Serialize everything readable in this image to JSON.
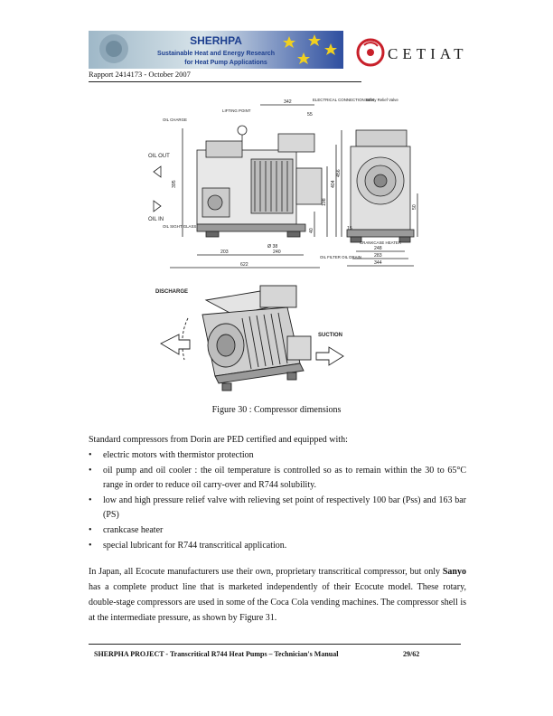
{
  "header": {
    "sherpha_title": "SHERHPA",
    "sherpha_line1": "Sustainable Heat and Energy Research",
    "sherpha_line2": "for Heat Pump Applications",
    "cetiat_text": "CETIAT",
    "report_line": "Rapport 2414173 - October 2007"
  },
  "figure": {
    "labels": {
      "lifting_point": "LIFTING POINT",
      "oil_charge": "OIL CHARGE",
      "oil_out": "OIL OUT",
      "oil_in": "OIL IN",
      "oil_sight_glass": "OIL SIGHT GLASS",
      "electrical_box": "ELECTRICAL CONNECTION BOX",
      "safety_valve": "Safety Relief Valve",
      "crankcase_heater": "CRANKCASE HEATER",
      "oil_filter": "OIL FILTER OIL DRAIN",
      "discharge": "DISCHARGE",
      "suction": "SUCTION"
    },
    "dims": {
      "d342": "342",
      "d55": "55",
      "d395": "395",
      "d198": "198",
      "d404": "404",
      "d456": "456",
      "d40": "40",
      "d203": "203",
      "d240": "240",
      "d622": "622",
      "d38": "Ø 38",
      "d248": "248",
      "d283": "283",
      "d344": "344",
      "d50": "50",
      "d15": "15"
    },
    "caption": "Figure 30 : Compressor dimensions"
  },
  "body": {
    "intro": "Standard compressors from Dorin are PED certified and equipped with:",
    "bullet_symbol": "•",
    "bullets": [
      "electric motors with thermistor protection",
      "oil pump and oil cooler : the oil temperature is controlled so as to remain within the 30 to 65°C range in order to reduce oil carry-over and R744 solubility.",
      "low and high pressure relief valve with relieving set point of respectively 100 bar (Pss) and 163 bar (PS)",
      "crankcase heater",
      "special lubricant for R744 transcritical application."
    ],
    "para2_part1": "In Japan, all Ecocute manufacturers use their own, proprietary transcritical compressor, but only ",
    "para2_bold": "Sanyo",
    "para2_part2": " has a complete product line that is marketed independently of their Ecocute model. These rotary, double-stage compressors are used in some of the Coca Cola vending machines. The compressor shell is at the intermediate pressure, as shown by Figure 31."
  },
  "footer": {
    "left": "SHERPHA PROJECT - Transcritical R744 Heat Pumps – Technician's Manual",
    "right": "29/62"
  }
}
